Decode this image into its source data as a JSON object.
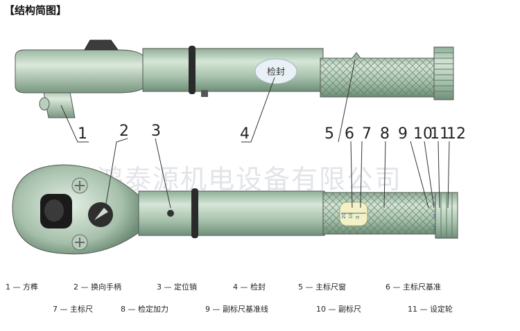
{
  "title": "【结构简图】",
  "stamp_label": "检封",
  "watermark": "长春鸿泰源机电设备有限公司",
  "callouts": [
    "1",
    "2",
    "3",
    "4",
    "5",
    "6",
    "7",
    "8",
    "9",
    "10",
    "11",
    "12"
  ],
  "scale_main": [
    "20",
    "10",
    "0"
  ],
  "scale_side": [
    "0",
    "5",
    "2"
  ],
  "legend": [
    "1 — 方榫",
    "2 — 换向手柄",
    "3 — 定位销",
    "4 — 检封",
    "5 — 主标尺窗",
    "6 — 主标尺基准",
    "7 — 主标尺",
    "8 — 检定加力",
    "9 — 副标尺基准线",
    "10 — 副标尺",
    "11 — 设定轮"
  ],
  "colors": {
    "body": "#a9c3ae",
    "body_dark": "#6f8f78",
    "body_light": "#d6e6d8",
    "ring": "#2a2a2a",
    "leader": "#333333"
  }
}
